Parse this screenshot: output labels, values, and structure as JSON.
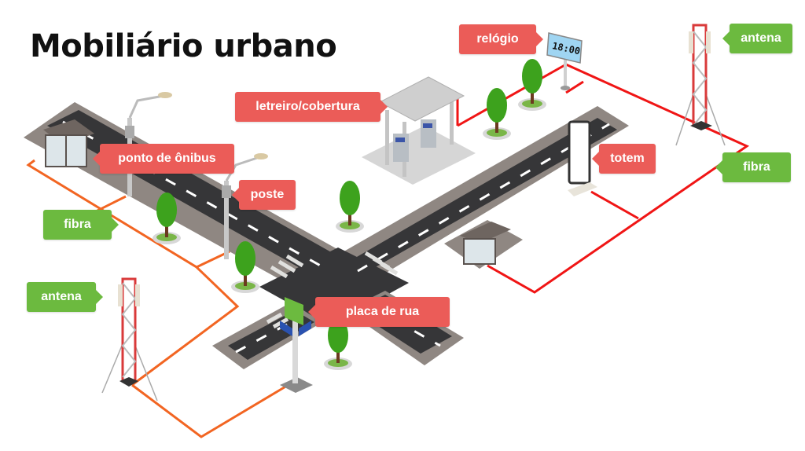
{
  "title": "Mobiliário urbano",
  "colors": {
    "label_red": "#eb5c58",
    "label_green": "#6cba3f",
    "fiber_red": "#f01515",
    "fiber_orange": "#f26522",
    "road": "#3a3a3c",
    "sidewalk": "#8f8782"
  },
  "labels": {
    "relogio": "relógio",
    "antena_top": "antena",
    "letreiro": "letreiro/cobertura",
    "ponto_onibus": "ponto de ônibus",
    "poste": "poste",
    "totem": "totem",
    "fibra_right": "fibra",
    "fibra_left": "fibra",
    "antena_left": "antena",
    "placa_rua": "placa de rua"
  },
  "clock": {
    "time": "18:00"
  }
}
